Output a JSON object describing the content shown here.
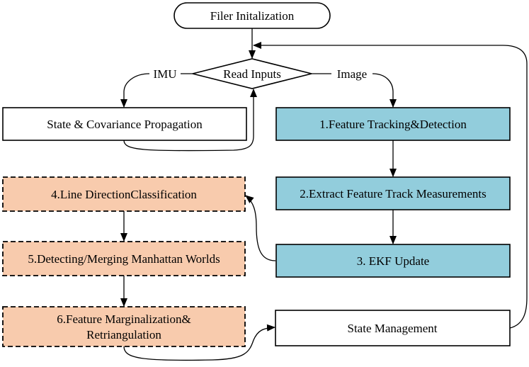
{
  "colors": {
    "teal": "#92cddc",
    "orange": "#f8cbad",
    "white": "#ffffff",
    "stroke": "#000000"
  },
  "nodes": {
    "init": "Filer Initalization",
    "read": "Read Inputs",
    "propagation": "State & Covariance Propagation",
    "tracking": "1.Feature Tracking&Detection",
    "extract": "2.Extract Feature Track Measurements",
    "ekf": "3. EKF Update",
    "line": "4.Line DirectionClassification",
    "manhattan": "5.Detecting/Merging Manhattan Worlds",
    "marg1": "6.Feature Marginalization&",
    "marg2": "Retriangulation",
    "state": "State Management"
  },
  "edge_labels": {
    "imu": "IMU",
    "image": "Image"
  }
}
